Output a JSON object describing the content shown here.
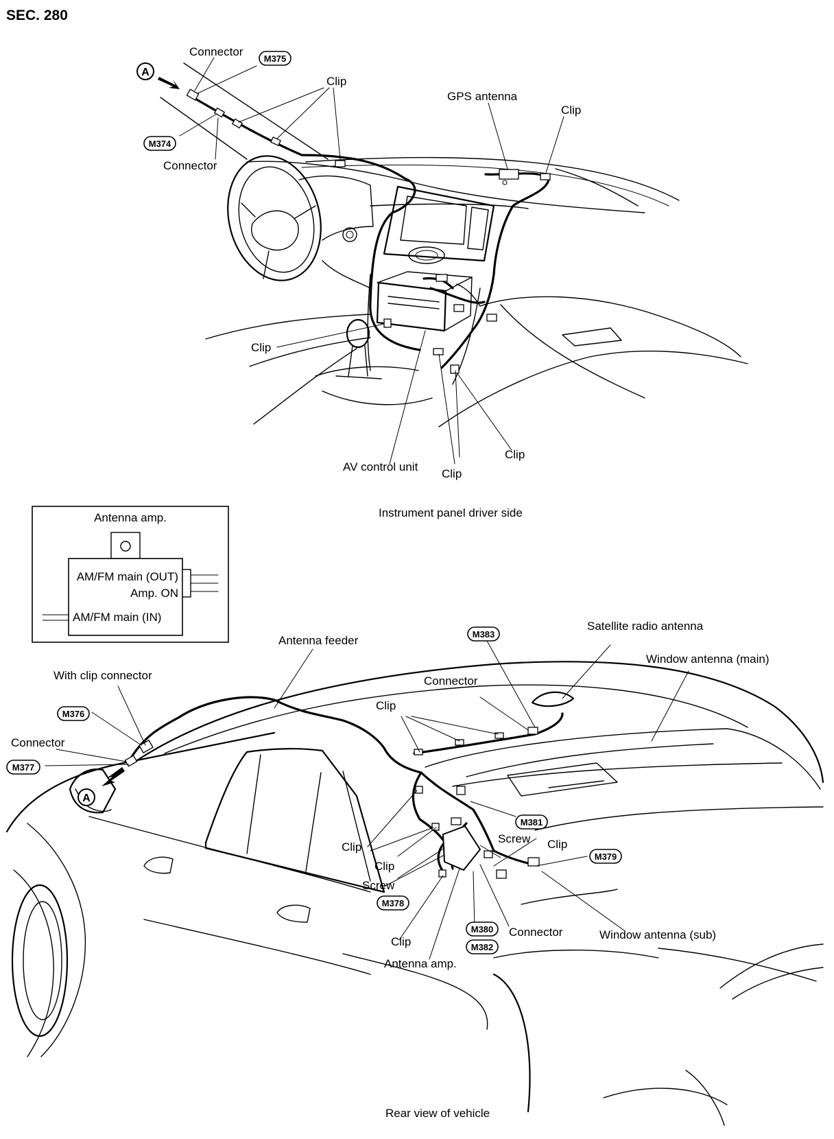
{
  "section_title": "SEC. 280",
  "top_view": {
    "caption": "Instrument panel driver side",
    "view_marker": "A",
    "labels": {
      "connector_1": "Connector",
      "connector_2": "Connector",
      "clip_1": "Clip",
      "clip_2": "Clip",
      "clip_3": "Clip",
      "clip_4": "Clip",
      "clip_5": "Clip",
      "gps_antenna": "GPS antenna",
      "av_control_unit": "AV control unit"
    },
    "connector_codes": {
      "m375": "M375",
      "m374": "M374"
    }
  },
  "inset": {
    "title": "Antenna amp.",
    "line_1": "AM/FM main (OUT)",
    "line_2": "Amp. ON",
    "line_3": "AM/FM main (IN)"
  },
  "bottom_view": {
    "caption": "Rear view of vehicle",
    "view_marker": "A",
    "labels": {
      "antenna_feeder": "Antenna feeder",
      "with_clip_connector": "With clip connector",
      "connector_1": "Connector",
      "connector_2": "Connector",
      "connector_3": "Connector",
      "satellite_radio_antenna": "Satellite radio antenna",
      "window_antenna_main": "Window antenna (main)",
      "window_antenna_sub": "Window antenna (sub)",
      "clip_1": "Clip",
      "clip_2": "Clip",
      "clip_3": "Clip",
      "clip_4": "Clip",
      "clip_5": "Clip",
      "screw_1": "Screw",
      "screw_2": "Screw",
      "antenna_amp": "Antenna amp."
    },
    "connector_codes": {
      "m383": "M383",
      "m376": "M376",
      "m377": "M377",
      "m381": "M381",
      "m379": "M379",
      "m378": "M378",
      "m380": "M380",
      "m382": "M382"
    }
  }
}
